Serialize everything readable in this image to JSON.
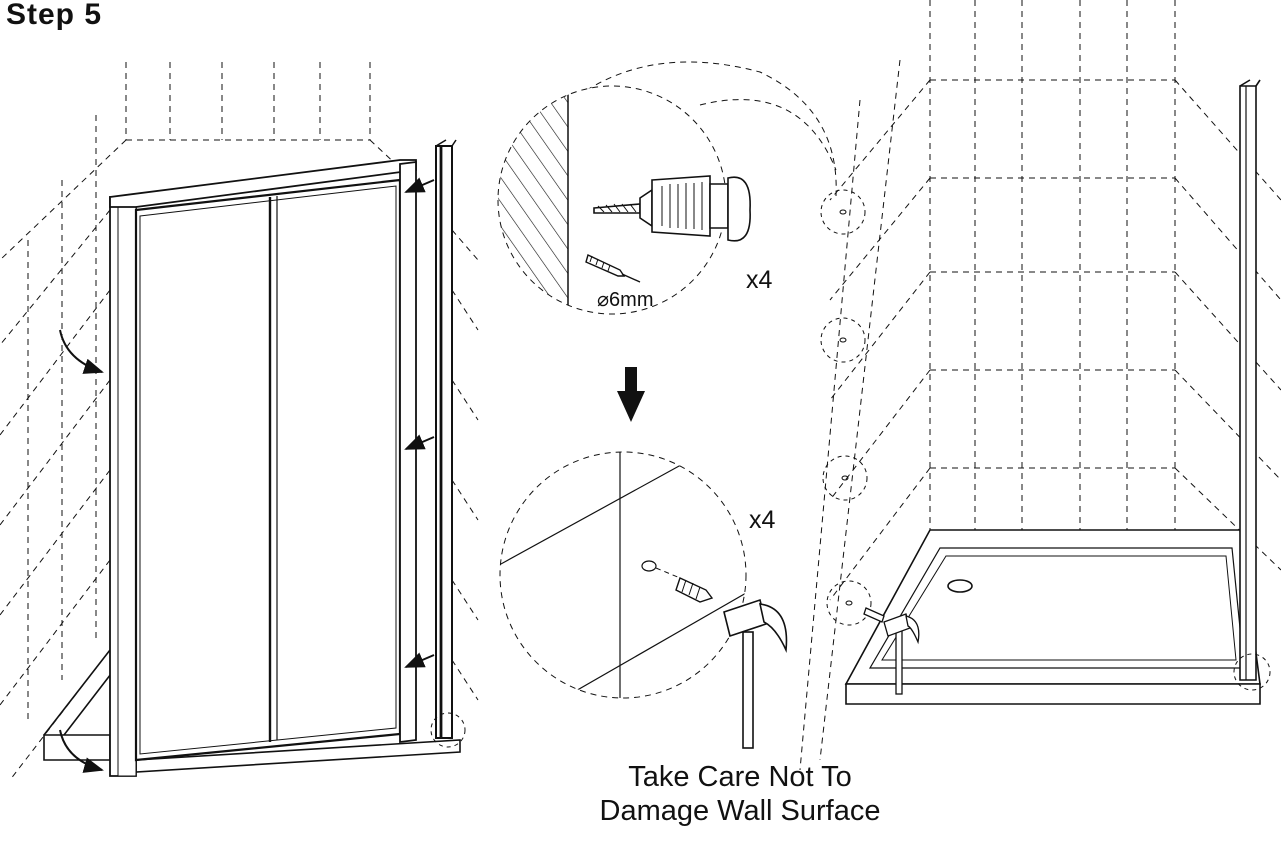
{
  "step": {
    "title": "Step 5"
  },
  "drill_detail": {
    "quantity": "x4",
    "bit_size": "6mm",
    "bit_symbol": "⌀"
  },
  "plug_detail": {
    "quantity": "x4"
  },
  "caution": {
    "line1": "Take Care Not To",
    "line2": "Damage Wall Surface"
  },
  "colors": {
    "ink": "#111111",
    "paper": "#ffffff"
  },
  "icons": [
    "drill-icon",
    "drill-bit-icon",
    "wall-plug-icon",
    "hammer-icon",
    "arrow-down-icon"
  ]
}
